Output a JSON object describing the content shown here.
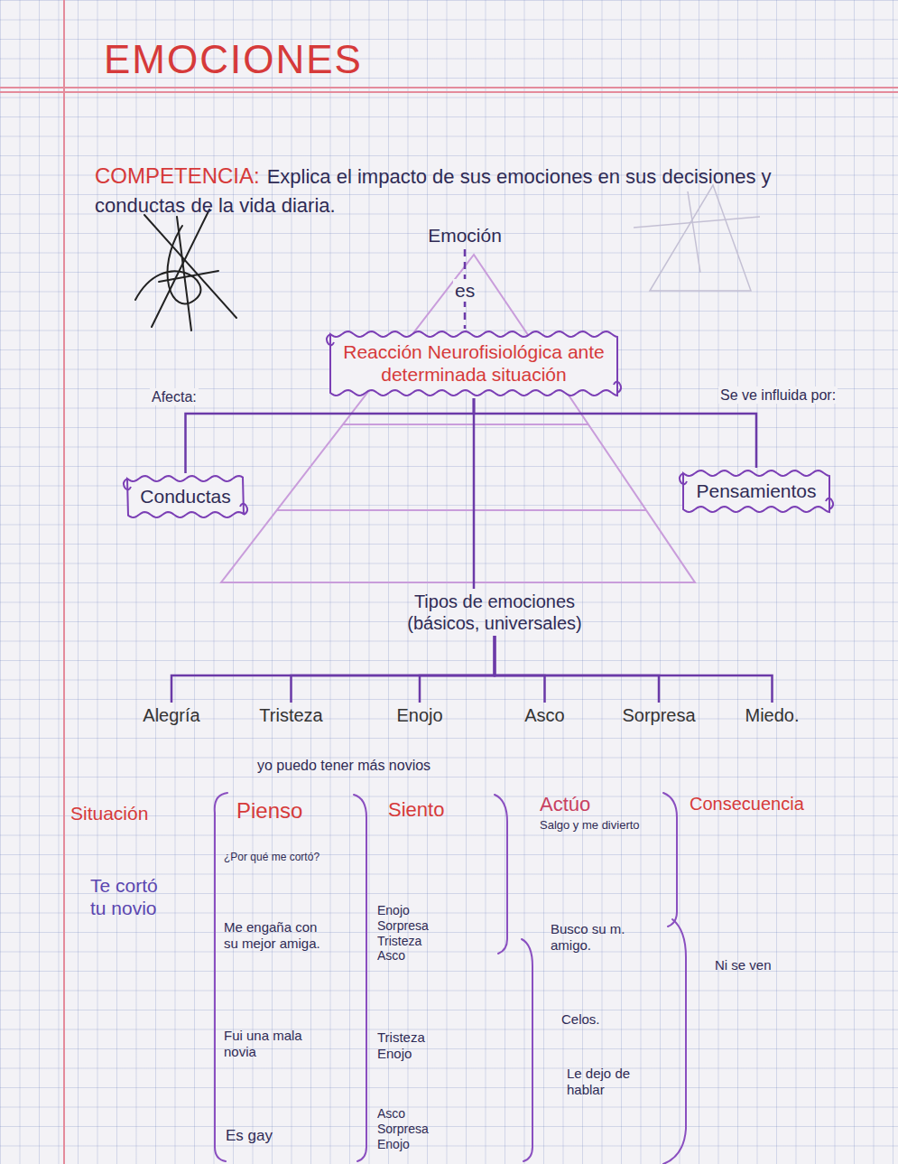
{
  "diagram": {
    "title": "EMOCIONES",
    "nodes": [
      {
        "text": [
          "Emoción"
        ]
      },
      {
        "text": [
          "Reacción Neurofisiológica ante determinada situación"
        ]
      },
      {
        "text": [
          "Conductas"
        ]
      },
      {
        "text": [
          "Pensamientos"
        ]
      },
      {
        "text": [
          "Tipos de emociones (básicos, universales)"
        ]
      },
      {
        "text": [
          "Alegría"
        ]
      },
      {
        "text": [
          "Tristeza"
        ]
      },
      {
        "text": [
          "Enojo"
        ]
      },
      {
        "text": [
          "Asco"
        ]
      },
      {
        "text": [
          "Sorpresa"
        ]
      },
      {
        "text": [
          "Miedo."
        ]
      }
    ],
    "edges": [
      {
        "from": 0,
        "to": 1,
        "label": "es",
        "arrow": "none"
      },
      {
        "from": 1,
        "to": 2,
        "label": "Afecta:",
        "arrow": "none"
      },
      {
        "from": 1,
        "to": 3,
        "label": "Se ve influida por:",
        "arrow": "none"
      },
      {
        "from": 1,
        "to": 4,
        "arrow": "none"
      },
      {
        "from": 4,
        "to": 5,
        "arrow": "none"
      },
      {
        "from": 4,
        "to": 6,
        "arrow": "none"
      },
      {
        "from": 4,
        "to": 7,
        "arrow": "none"
      },
      {
        "from": 4,
        "to": 8,
        "arrow": "none"
      },
      {
        "from": 4,
        "to": 9,
        "arrow": "none"
      },
      {
        "from": 4,
        "to": 10,
        "arrow": "none"
      }
    ],
    "labels": [
      "COMPETENCIA:",
      "Explica el impacto de sus emociones en sus decisiones y conductas de la vida diaria.",
      "yo puedo tener más novios",
      "Situación",
      "Pienso",
      "Siento",
      "Actúo",
      "Consecuencia",
      "Te cortó tu novio",
      "¿Por qué me cortó?",
      "Me engaña con su mejor amiga.",
      "Fui una mala novia",
      "Es gay",
      "Enojo Sorpresa Tristeza Asco",
      "Tristeza Enojo",
      "Asco Sorpresa Enojo",
      "Salgo y me divierto",
      "Busco su m. amigo.",
      "Celos.",
      "Le dejo de hablar",
      "Ni se ven"
    ]
  }
}
